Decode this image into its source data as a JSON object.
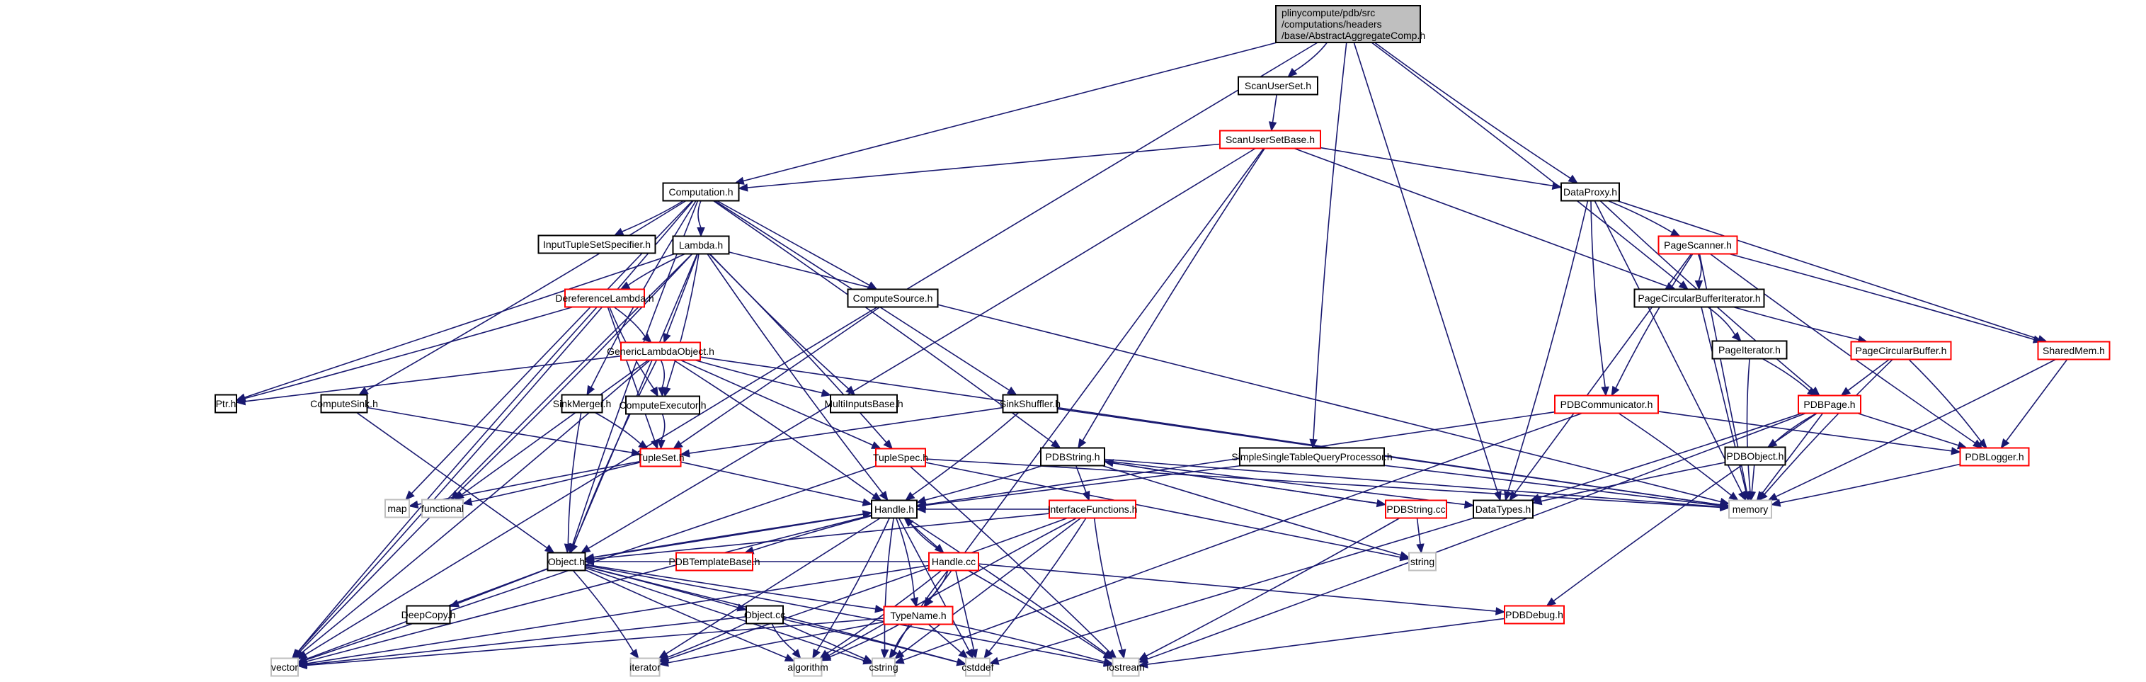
{
  "title": "plinycompute/pdb/src/computations/headers/base/AbstractAggregateComp.h include dependency graph",
  "colors": {
    "edge": "#191970",
    "root_fill": "#bfbfbf",
    "documented_border": "#000000",
    "truncated_border": "#ff0000",
    "external_border": "#bfbfbf"
  },
  "nodes": [
    {
      "id": "root",
      "lines": [
        "plinycompute/pdb/src",
        "/computations/headers",
        "/base/AbstractAggregateComp.h"
      ],
      "kind": "root"
    },
    {
      "id": "ScanUserSet",
      "lines": [
        "ScanUserSet.h"
      ],
      "kind": "normal"
    },
    {
      "id": "ScanUserSetBase",
      "lines": [
        "ScanUserSetBase.h"
      ],
      "kind": "truncated"
    },
    {
      "id": "Computation",
      "lines": [
        "Computation.h"
      ],
      "kind": "normal"
    },
    {
      "id": "DataProxy",
      "lines": [
        "DataProxy.h"
      ],
      "kind": "normal"
    },
    {
      "id": "InputTupleSetSpecifier",
      "lines": [
        "InputTupleSetSpecifier.h"
      ],
      "kind": "normal"
    },
    {
      "id": "Lambda",
      "lines": [
        "Lambda.h"
      ],
      "kind": "normal"
    },
    {
      "id": "PageScanner",
      "lines": [
        "PageScanner.h"
      ],
      "kind": "truncated"
    },
    {
      "id": "PageCircularBufferIterator",
      "lines": [
        "PageCircularBufferIterator.h"
      ],
      "kind": "normal"
    },
    {
      "id": "DereferenceLambda",
      "lines": [
        "DereferenceLambda.h"
      ],
      "kind": "truncated"
    },
    {
      "id": "ComputeSource",
      "lines": [
        "ComputeSource.h"
      ],
      "kind": "normal"
    },
    {
      "id": "GenericLambdaObject",
      "lines": [
        "GenericLambdaObject.h"
      ],
      "kind": "truncated"
    },
    {
      "id": "PageIterator",
      "lines": [
        "PageIterator.h"
      ],
      "kind": "normal"
    },
    {
      "id": "PageCircularBuffer",
      "lines": [
        "PageCircularBuffer.h"
      ],
      "kind": "truncated"
    },
    {
      "id": "SharedMem",
      "lines": [
        "SharedMem.h"
      ],
      "kind": "truncated"
    },
    {
      "id": "Ptr",
      "lines": [
        "Ptr.h"
      ],
      "kind": "normal"
    },
    {
      "id": "ComputeSink",
      "lines": [
        "ComputeSink.h"
      ],
      "kind": "normal"
    },
    {
      "id": "SinkMerger",
      "lines": [
        "SinkMerger.h"
      ],
      "kind": "normal"
    },
    {
      "id": "ComputeExecutor",
      "lines": [
        "ComputeExecutor.h"
      ],
      "kind": "normal"
    },
    {
      "id": "MultiInputsBase",
      "lines": [
        "MultiInputsBase.h"
      ],
      "kind": "normal"
    },
    {
      "id": "SinkShuffler",
      "lines": [
        "SinkShuffler.h"
      ],
      "kind": "normal"
    },
    {
      "id": "PDBCommunicator",
      "lines": [
        "PDBCommunicator.h"
      ],
      "kind": "truncated"
    },
    {
      "id": "PDBPage",
      "lines": [
        "PDBPage.h"
      ],
      "kind": "truncated"
    },
    {
      "id": "TupleSet",
      "lines": [
        "TupleSet.h"
      ],
      "kind": "truncated"
    },
    {
      "id": "TupleSpec",
      "lines": [
        "TupleSpec.h"
      ],
      "kind": "truncated"
    },
    {
      "id": "PDBString",
      "lines": [
        "PDBString.h"
      ],
      "kind": "normal"
    },
    {
      "id": "SimpleSingleTableQueryProcessor",
      "lines": [
        "SimpleSingleTableQueryProcessor.h"
      ],
      "kind": "normal"
    },
    {
      "id": "PDBObject",
      "lines": [
        "PDBObject.h"
      ],
      "kind": "normal"
    },
    {
      "id": "PDBLogger",
      "lines": [
        "PDBLogger.h"
      ],
      "kind": "truncated"
    },
    {
      "id": "map",
      "lines": [
        "map"
      ],
      "kind": "external"
    },
    {
      "id": "functional",
      "lines": [
        "functional"
      ],
      "kind": "external"
    },
    {
      "id": "Handle",
      "lines": [
        "Handle.h"
      ],
      "kind": "normal"
    },
    {
      "id": "InterfaceFunctions",
      "lines": [
        "InterfaceFunctions.h"
      ],
      "kind": "truncated"
    },
    {
      "id": "PDBStringCC",
      "lines": [
        "PDBString.cc"
      ],
      "kind": "truncated"
    },
    {
      "id": "DataTypes",
      "lines": [
        "DataTypes.h"
      ],
      "kind": "normal"
    },
    {
      "id": "memory",
      "lines": [
        "memory"
      ],
      "kind": "external"
    },
    {
      "id": "Object",
      "lines": [
        "Object.h"
      ],
      "kind": "normal"
    },
    {
      "id": "PDBTemplateBase",
      "lines": [
        "PDBTemplateBase.h"
      ],
      "kind": "truncated"
    },
    {
      "id": "HandleCC",
      "lines": [
        "Handle.cc"
      ],
      "kind": "truncated"
    },
    {
      "id": "string",
      "lines": [
        "string"
      ],
      "kind": "external"
    },
    {
      "id": "DeepCopy",
      "lines": [
        "DeepCopy.h"
      ],
      "kind": "normal"
    },
    {
      "id": "ObjectCC",
      "lines": [
        "Object.cc"
      ],
      "kind": "normal"
    },
    {
      "id": "TypeName",
      "lines": [
        "TypeName.h"
      ],
      "kind": "truncated"
    },
    {
      "id": "PDBDebug",
      "lines": [
        "PDBDebug.h"
      ],
      "kind": "truncated"
    },
    {
      "id": "vector",
      "lines": [
        "vector"
      ],
      "kind": "external"
    },
    {
      "id": "iterator",
      "lines": [
        "iterator"
      ],
      "kind": "external"
    },
    {
      "id": "algorithm",
      "lines": [
        "algorithm"
      ],
      "kind": "external"
    },
    {
      "id": "cstring",
      "lines": [
        "cstring"
      ],
      "kind": "external"
    },
    {
      "id": "cstddef",
      "lines": [
        "cstddef"
      ],
      "kind": "external"
    },
    {
      "id": "iostream",
      "lines": [
        "iostream"
      ],
      "kind": "external"
    }
  ],
  "edges": [
    [
      "root",
      "vector"
    ],
    [
      "root",
      "Computation"
    ],
    [
      "root",
      "ScanUserSet"
    ],
    [
      "root",
      "SimpleSingleTableQueryProcessor"
    ],
    [
      "root",
      "DataTypes"
    ],
    [
      "root",
      "PageCircularBufferIterator"
    ],
    [
      "root",
      "DataProxy"
    ],
    [
      "ScanUserSet",
      "ScanUserSetBase"
    ],
    [
      "ScanUserSetBase",
      "Computation"
    ],
    [
      "ScanUserSetBase",
      "DataProxy"
    ],
    [
      "ScanUserSetBase",
      "PageCircularBufferIterator"
    ],
    [
      "ScanUserSetBase",
      "Object"
    ],
    [
      "ScanUserSetBase",
      "PDBString"
    ],
    [
      "ScanUserSetBase",
      "TypeName"
    ],
    [
      "Computation",
      "InputTupleSetSpecifier"
    ],
    [
      "Computation",
      "Lambda"
    ],
    [
      "Computation",
      "ComputeSource"
    ],
    [
      "Computation",
      "ComputeSink"
    ],
    [
      "Computation",
      "SinkMerger"
    ],
    [
      "Computation",
      "SinkShuffler"
    ],
    [
      "Computation",
      "PDBString"
    ],
    [
      "Computation",
      "Object"
    ],
    [
      "Computation",
      "map"
    ],
    [
      "Computation",
      "vector"
    ],
    [
      "Lambda",
      "DereferenceLambda"
    ],
    [
      "Lambda",
      "GenericLambdaObject"
    ],
    [
      "Lambda",
      "ComputeExecutor"
    ],
    [
      "Lambda",
      "MultiInputsBase"
    ],
    [
      "Lambda",
      "Ptr"
    ],
    [
      "Lambda",
      "TupleSpec"
    ],
    [
      "Lambda",
      "Handle"
    ],
    [
      "Lambda",
      "Object"
    ],
    [
      "Lambda",
      "functional"
    ],
    [
      "Lambda",
      "vector"
    ],
    [
      "Lambda",
      "memory"
    ],
    [
      "DereferenceLambda",
      "GenericLambdaObject"
    ],
    [
      "DereferenceLambda",
      "ComputeExecutor"
    ],
    [
      "DereferenceLambda",
      "TupleSet"
    ],
    [
      "DereferenceLambda",
      "Ptr"
    ],
    [
      "DereferenceLambda",
      "vector"
    ],
    [
      "GenericLambdaObject",
      "Ptr"
    ],
    [
      "GenericLambdaObject",
      "ComputeExecutor"
    ],
    [
      "GenericLambdaObject",
      "MultiInputsBase"
    ],
    [
      "GenericLambdaObject",
      "TupleSpec"
    ],
    [
      "GenericLambdaObject",
      "Handle"
    ],
    [
      "GenericLambdaObject",
      "Object"
    ],
    [
      "GenericLambdaObject",
      "functional"
    ],
    [
      "GenericLambdaObject",
      "vector"
    ],
    [
      "GenericLambdaObject",
      "memory"
    ],
    [
      "ComputeSource",
      "TupleSet"
    ],
    [
      "ComputeExecutor",
      "TupleSet"
    ],
    [
      "ComputeSink",
      "TupleSet"
    ],
    [
      "ComputeSink",
      "Object"
    ],
    [
      "SinkMerger",
      "TupleSet"
    ],
    [
      "SinkMerger",
      "Object"
    ],
    [
      "SinkShuffler",
      "TupleSet"
    ],
    [
      "SinkShuffler",
      "Handle"
    ],
    [
      "SinkShuffler",
      "memory"
    ],
    [
      "TupleSet",
      "Handle"
    ],
    [
      "TupleSet",
      "functional"
    ],
    [
      "TupleSet",
      "map"
    ],
    [
      "TupleSpec",
      "vector"
    ],
    [
      "TupleSpec",
      "iostream"
    ],
    [
      "TupleSpec",
      "memory"
    ],
    [
      "TupleSpec",
      "string"
    ],
    [
      "DataProxy",
      "PageScanner"
    ],
    [
      "DataProxy",
      "PDBPage"
    ],
    [
      "DataProxy",
      "SharedMem"
    ],
    [
      "DataProxy",
      "DataTypes"
    ],
    [
      "DataProxy",
      "PDBCommunicator"
    ],
    [
      "DataProxy",
      "memory"
    ],
    [
      "PageScanner",
      "PageCircularBufferIterator"
    ],
    [
      "PageScanner",
      "PDBCommunicator"
    ],
    [
      "PageScanner",
      "DataTypes"
    ],
    [
      "PageScanner",
      "SharedMem"
    ],
    [
      "PageScanner",
      "PDBLogger"
    ],
    [
      "PageScanner",
      "memory"
    ],
    [
      "PageCircularBufferIterator",
      "PageIterator"
    ],
    [
      "PageCircularBufferIterator",
      "PageCircularBuffer"
    ],
    [
      "PageCircularBufferIterator",
      "memory"
    ],
    [
      "PageIterator",
      "PDBPage"
    ],
    [
      "PageIterator",
      "memory"
    ],
    [
      "PageCircularBuffer",
      "PDBPage"
    ],
    [
      "PageCircularBuffer",
      "PDBLogger"
    ],
    [
      "PageCircularBuffer",
      "memory"
    ],
    [
      "SharedMem",
      "PDBLogger"
    ],
    [
      "SharedMem",
      "memory"
    ],
    [
      "PDBPage",
      "PDBObject"
    ],
    [
      "PDBPage",
      "PDBLogger"
    ],
    [
      "PDBPage",
      "DataTypes"
    ],
    [
      "PDBPage",
      "PDBDebug"
    ],
    [
      "PDBPage",
      "memory"
    ],
    [
      "PDBPage",
      "iostream"
    ],
    [
      "PDBObject",
      "DataTypes"
    ],
    [
      "PDBObject",
      "memory"
    ],
    [
      "PDBLogger",
      "memory"
    ],
    [
      "PDBCommunicator",
      "PDBLogger"
    ],
    [
      "PDBCommunicator",
      "Handle"
    ],
    [
      "PDBCommunicator",
      "memory"
    ],
    [
      "PDBCommunicator",
      "cstring"
    ],
    [
      "PDBString",
      "InterfaceFunctions"
    ],
    [
      "PDBString",
      "Handle"
    ],
    [
      "PDBString",
      "PDBStringCC"
    ],
    [
      "PDBString",
      "DataTypes"
    ],
    [
      "PDBString",
      "memory"
    ],
    [
      "PDBString",
      "string"
    ],
    [
      "SimpleSingleTableQueryProcessor",
      "Handle"
    ],
    [
      "SimpleSingleTableQueryProcessor",
      "memory"
    ],
    [
      "PDBStringCC",
      "PDBString"
    ],
    [
      "PDBStringCC",
      "string"
    ],
    [
      "PDBStringCC",
      "iostream"
    ],
    [
      "InterfaceFunctions",
      "Handle"
    ],
    [
      "InterfaceFunctions",
      "Object"
    ],
    [
      "InterfaceFunctions",
      "iterator"
    ],
    [
      "InterfaceFunctions",
      "algorithm"
    ],
    [
      "InterfaceFunctions",
      "cstring"
    ],
    [
      "InterfaceFunctions",
      "cstddef"
    ],
    [
      "InterfaceFunctions",
      "iostream"
    ],
    [
      "DataTypes",
      "cstddef"
    ],
    [
      "Handle",
      "Object"
    ],
    [
      "Handle",
      "PDBTemplateBase"
    ],
    [
      "Handle",
      "HandleCC"
    ],
    [
      "Handle",
      "TypeName"
    ],
    [
      "Handle",
      "vector"
    ],
    [
      "Handle",
      "iterator"
    ],
    [
      "Handle",
      "algorithm"
    ],
    [
      "Handle",
      "cstring"
    ],
    [
      "Handle",
      "cstddef"
    ],
    [
      "Handle",
      "iostream"
    ],
    [
      "HandleCC",
      "Handle"
    ],
    [
      "HandleCC",
      "Object"
    ],
    [
      "HandleCC",
      "TypeName"
    ],
    [
      "HandleCC",
      "PDBDebug"
    ],
    [
      "HandleCC",
      "vector"
    ],
    [
      "HandleCC",
      "algorithm"
    ],
    [
      "HandleCC",
      "cstring"
    ],
    [
      "HandleCC",
      "cstddef"
    ],
    [
      "HandleCC",
      "iostream"
    ],
    [
      "Object",
      "Handle"
    ],
    [
      "Object",
      "DeepCopy"
    ],
    [
      "Object",
      "ObjectCC"
    ],
    [
      "Object",
      "TypeName"
    ],
    [
      "Object",
      "vector"
    ],
    [
      "Object",
      "iterator"
    ],
    [
      "Object",
      "algorithm"
    ],
    [
      "Object",
      "cstring"
    ],
    [
      "Object",
      "cstddef"
    ],
    [
      "Object",
      "iostream"
    ],
    [
      "ObjectCC",
      "vector"
    ],
    [
      "ObjectCC",
      "iterator"
    ],
    [
      "ObjectCC",
      "algorithm"
    ],
    [
      "ObjectCC",
      "cstring"
    ],
    [
      "ObjectCC",
      "cstddef"
    ],
    [
      "TypeName",
      "vector"
    ],
    [
      "TypeName",
      "iterator"
    ],
    [
      "TypeName",
      "algorithm"
    ],
    [
      "TypeName",
      "cstring"
    ],
    [
      "TypeName",
      "cstddef"
    ],
    [
      "TypeName",
      "iostream"
    ],
    [
      "PDBDebug",
      "iostream"
    ]
  ]
}
